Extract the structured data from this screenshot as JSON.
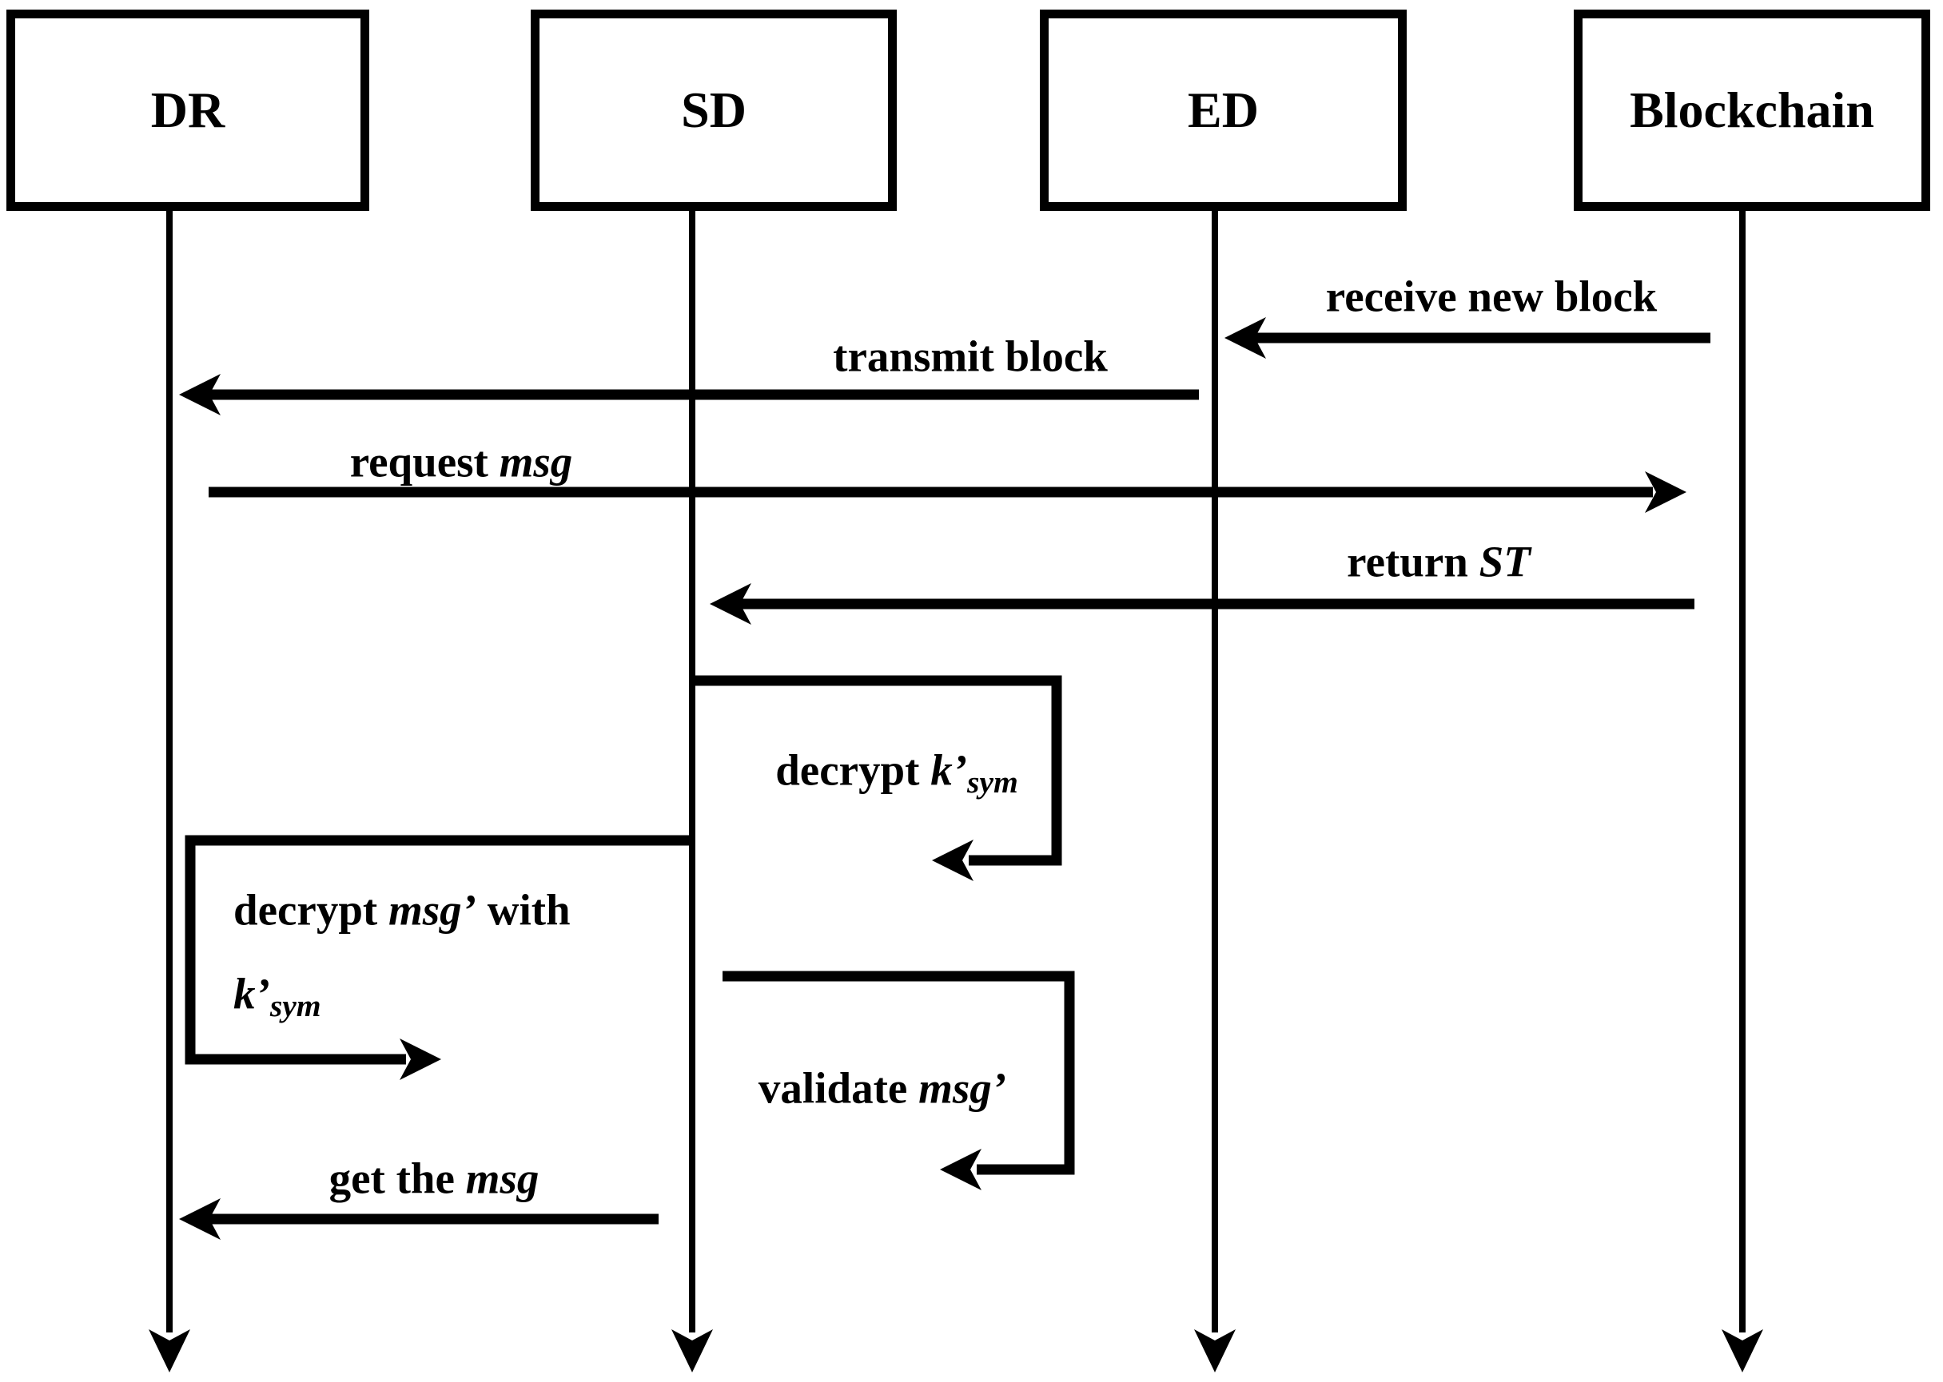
{
  "diagram": {
    "background": "#ffffff",
    "ink": "#000000",
    "actors": [
      {
        "label": "DR"
      },
      {
        "label": "SD"
      },
      {
        "label": "ED"
      },
      {
        "label": "Blockchain"
      }
    ],
    "messages": {
      "receive_new_block": {
        "text": "receive new block"
      },
      "transmit_block": {
        "text": "transmit block"
      },
      "request_msg": {
        "prefix": "request ",
        "variable": "msg"
      },
      "return_st": {
        "prefix": "return ",
        "variable": "ST"
      },
      "decrypt_ksym": {
        "prefix": "decrypt ",
        "variable": "k’",
        "subscript": "sym"
      },
      "decrypt_msg_with": {
        "prefix": "decrypt ",
        "variable": "msg’",
        "suffix": " with",
        "variable2": "k’",
        "subscript2": "sym"
      },
      "validate_msg": {
        "prefix": "validate ",
        "variable": "msg’"
      },
      "get_the_msg": {
        "prefix": "get the ",
        "variable": "msg"
      }
    }
  }
}
